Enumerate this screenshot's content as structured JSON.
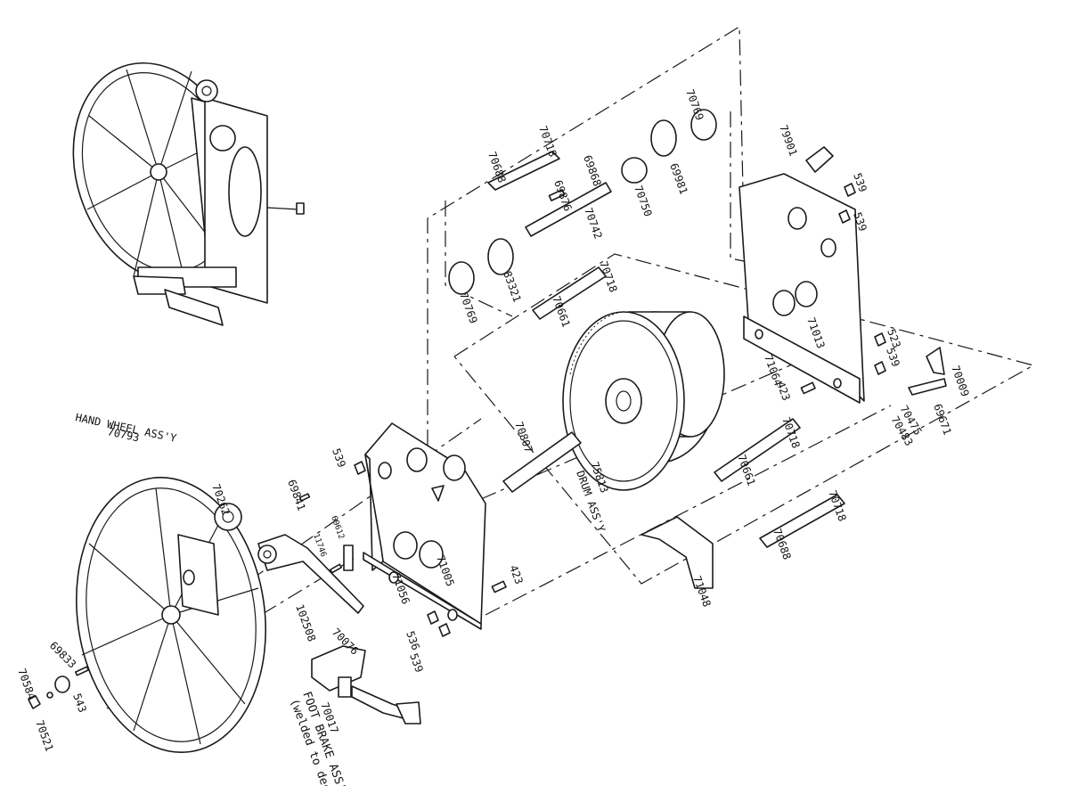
{
  "labels": {
    "p70793": "70793",
    "hand_wheel": "HAND WHEEL ASS'Y",
    "p70262": "70262",
    "p69841": "69841",
    "p11746": "11746",
    "p69612": "69612",
    "p102508": "102508",
    "p539a": "539",
    "p539b": "539",
    "p539c": "539",
    "p539d": "539",
    "p539e": "539",
    "p536": "536",
    "p423a": "423",
    "p423b": "423",
    "p71056": "71056",
    "p71005": "71005",
    "p70807": "70807",
    "p75813": "75813",
    "drum": "DRUM ASS'Y",
    "p70688a": "70688",
    "p70688b": "70688",
    "p70718a": "70718",
    "p70718b": "70718",
    "p70718c": "70718",
    "p70718d": "70718",
    "p70661a": "70661",
    "p70661b": "70661",
    "p69876": "69876",
    "p69868": "69868",
    "p70742": "70742",
    "p70750": "70750",
    "p69981": "69981",
    "p70769a": "70769",
    "p70769b": "70769",
    "p83321": "83321",
    "p79901": "79901",
    "p71013": "71013",
    "p71064": "71064",
    "p523": "523",
    "p70009": "70009",
    "p69671": "69671",
    "p70475": "70475",
    "p70483": "70483",
    "p71048": "71048",
    "p70076": "70076",
    "p70017": "70017",
    "foot_brake": "FOOT BRAKE ASS'Y",
    "welded": "(welded to deck)",
    "p69833": "69833",
    "p70584": "70584",
    "p543": "543",
    "p70521": "70521"
  }
}
